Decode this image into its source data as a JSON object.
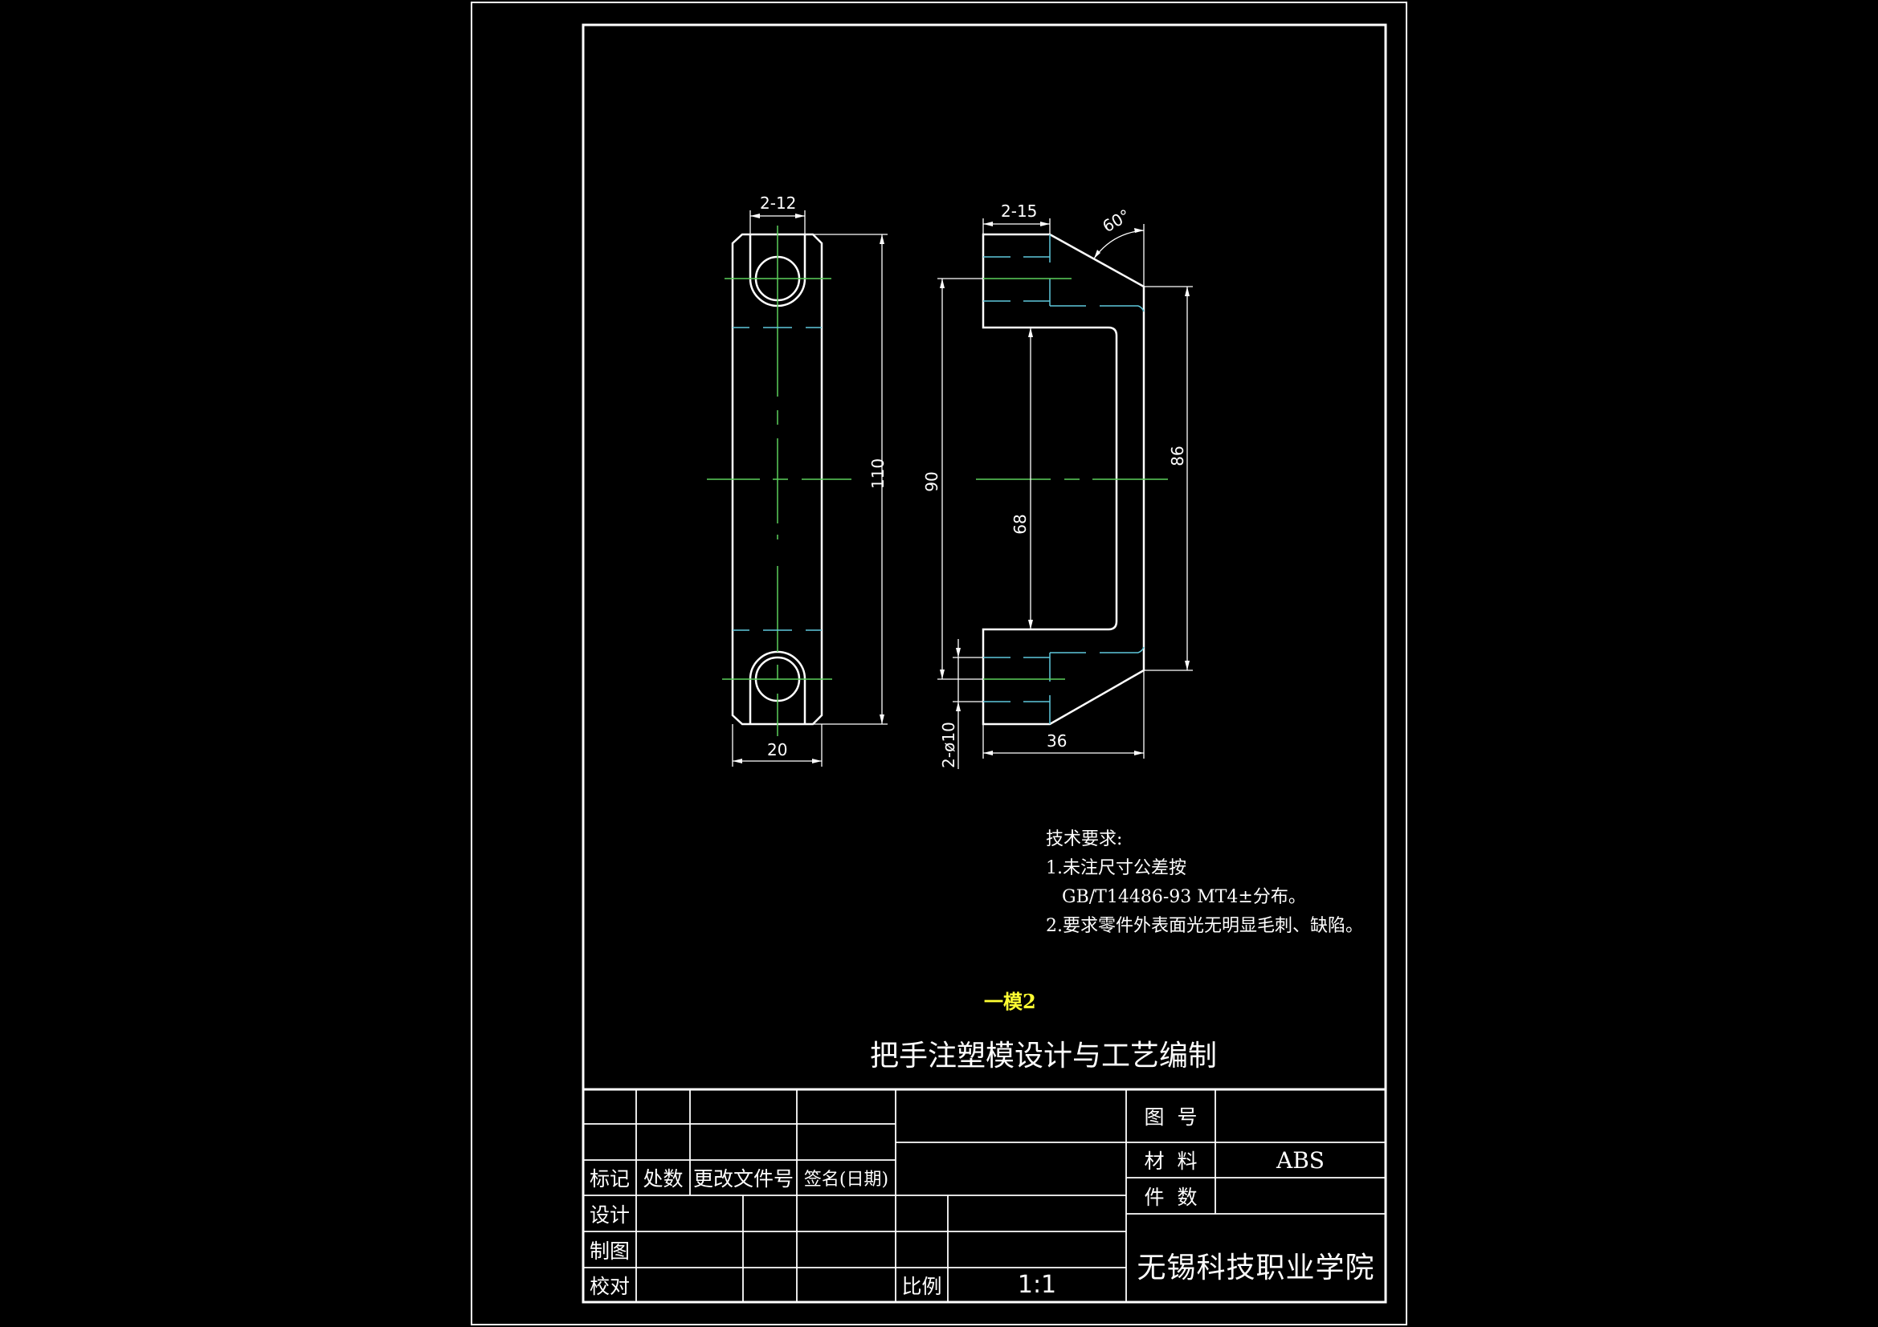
{
  "drawing": {
    "title": "把手注塑模设计与工艺编制",
    "cavity_note": "一模2",
    "colors": {
      "background": "#000000",
      "outline": "#ffffff",
      "centerline": "#5ccf5c",
      "hidden_line": "#5fc8dc",
      "cavity_note": "#ffff33"
    },
    "front_view": {
      "dimensions": {
        "slot_width": "2-12",
        "overall_width": "20",
        "overall_length": "110"
      }
    },
    "side_view": {
      "dimensions": {
        "boss_length": "2-15",
        "angle": "60°",
        "hole_spacing": "90",
        "inner_length": "68",
        "outer_length": "86",
        "depth": "36",
        "hole_diameter": "2-ø10"
      }
    },
    "technical_requirements": {
      "heading": "技术要求:",
      "items": [
        "1.未注尺寸公差按",
        "GB/T14486-93 MT4±分布。",
        "2.要求零件外表面光无明显毛刺、缺陷。"
      ]
    }
  },
  "title_block": {
    "revision_headers": {
      "mark": "标记",
      "count": "处数",
      "change_doc": "更改文件号",
      "signature_date": "签名(日期)"
    },
    "roles": {
      "design": "设计",
      "drafting": "制图",
      "check": "校对"
    },
    "scale_label": "比例",
    "scale_value": "1:1",
    "drawing_no_label": "图  号",
    "drawing_no_value": "",
    "material_label": "材  料",
    "material_value": "ABS",
    "quantity_label": "件  数",
    "quantity_value": "",
    "institution": "无锡科技职业学院"
  }
}
